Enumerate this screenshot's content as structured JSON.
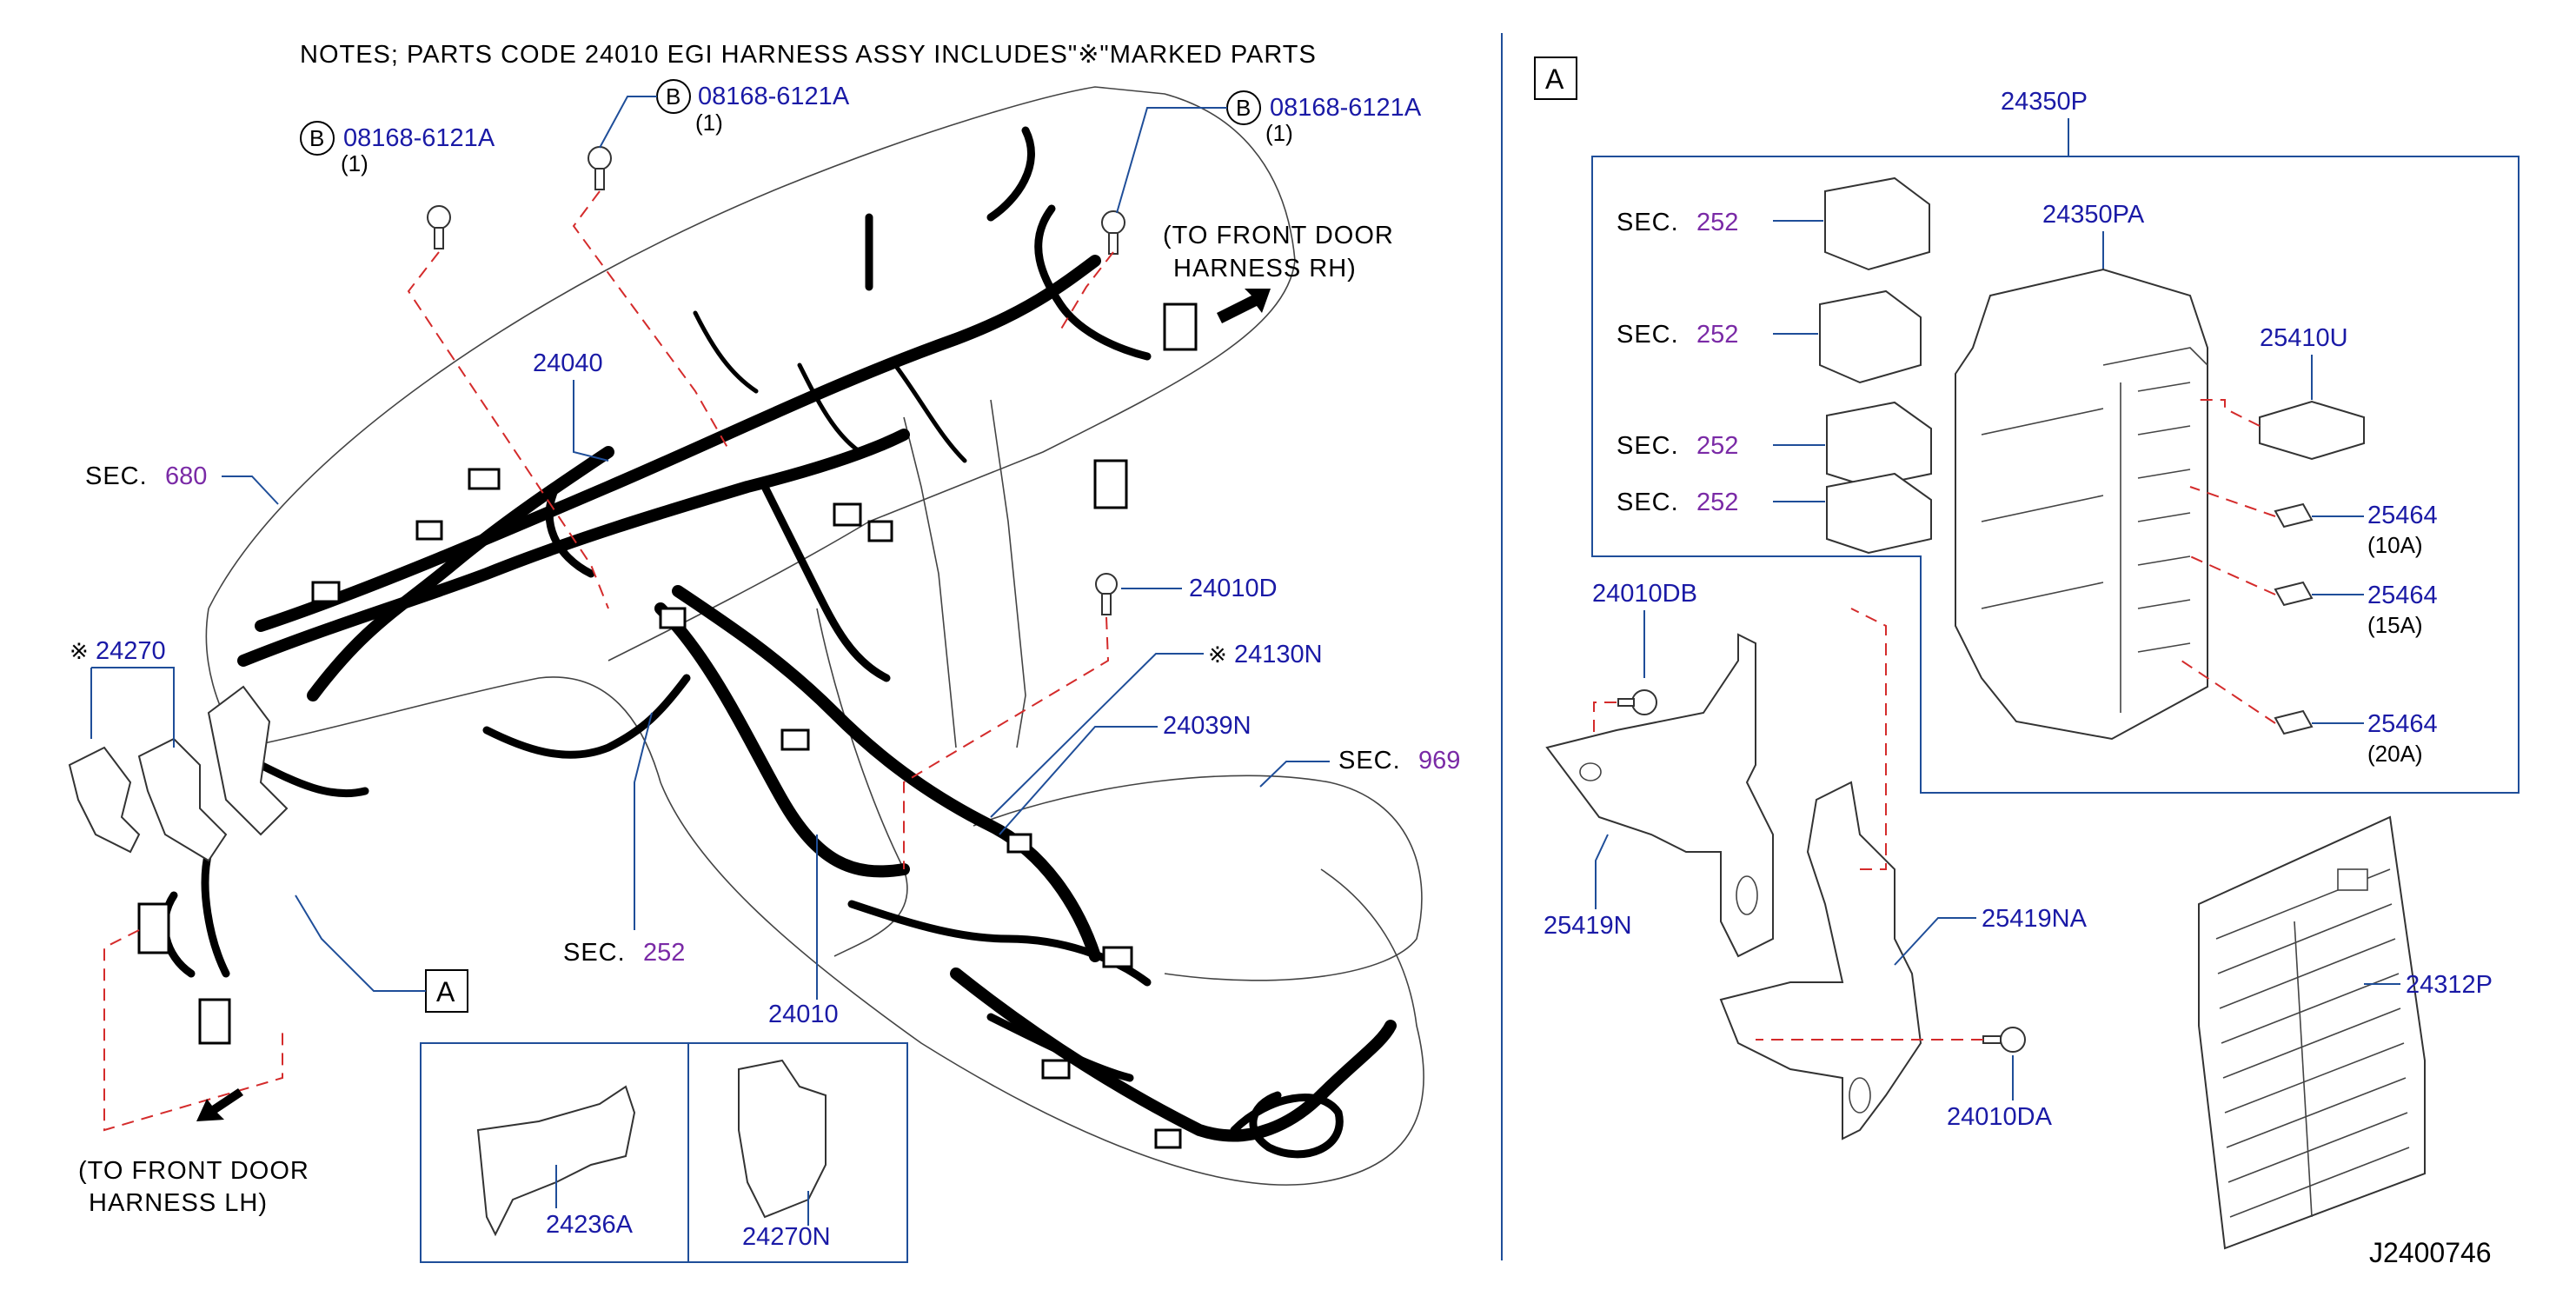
{
  "note": "NOTES; PARTS CODE 24010 EGI HARNESS ASSY INCLUDES\"※\"MARKED PARTS",
  "drawing_id": "J2400746",
  "section_marker": "A",
  "bolt_marker": "B",
  "bolt_part": "08168-6121A",
  "bolt_qty": "(1)",
  "sec_label": "SEC.",
  "sec_refs": {
    "s680": "680",
    "s252": "252",
    "s969": "969"
  },
  "to_rh": {
    "line1": "(TO FRONT DOOR",
    "line2": "HARNESS RH)"
  },
  "to_lh": {
    "line1": "(TO FRONT DOOR",
    "line2": "HARNESS LH)"
  },
  "asterisk": "※",
  "parts": {
    "p24040": "24040",
    "p24270": "24270",
    "p24010D": "24010D",
    "p24130N": "24130N",
    "p24039N": "24039N",
    "p24010": "24010",
    "p24236A": "24236A",
    "p24270N": "24270N",
    "p24350P": "24350P",
    "p24350PA": "24350PA",
    "p25410U": "25410U",
    "p25464": "25464",
    "p24010DB": "24010DB",
    "p25419N": "25419N",
    "p25419NA": "25419NA",
    "p24010DA": "24010DA",
    "p24312P": "24312P"
  },
  "fuses": {
    "a10": "(10A)",
    "a15": "(15A)",
    "a20": "(20A)"
  },
  "colors": {
    "label_blue": "#1a1aa6",
    "sec_purple": "#7a2aa6",
    "leader_red": "#d42b2b",
    "leader_blue": "#1f4e99"
  }
}
